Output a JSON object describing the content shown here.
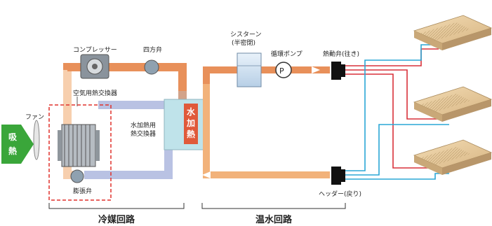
{
  "header": {
    "partial_title": ""
  },
  "labels": {
    "compressor": "コンプレッサー",
    "four_way_valve": "四方弁",
    "cistern": "シスターン",
    "cistern_sub": "(半密閉)",
    "circulation_pump": "循環ポンプ",
    "pump_symbol": "P",
    "thermal_valve": "熱動弁(往き)",
    "air_heat_exchanger": "空気用熱交換器",
    "fan": "ファン",
    "intake_char1": "吸",
    "intake_char2": "熱",
    "water_heat_exchanger_1": "水加熱用",
    "water_heat_exchanger_2": "熱交換器",
    "water_heating_1": "水",
    "water_heating_2": "加",
    "water_heating_3": "熱",
    "expansion_valve": "膨張弁",
    "header_return": "ヘッダー(戻り)",
    "refrigerant_circuit": "冷媒回路",
    "hot_water_circuit": "温水回路"
  },
  "colors": {
    "refrigerant_hot": "#e8905a",
    "refrigerant_cold": "#b9c2e3",
    "water_pipe": "#f2b27a",
    "supply_line": "#d9313a",
    "return_line": "#2aa7d6",
    "intake_green": "#3aa63a",
    "exchanger_teal": "#bfe3ea",
    "dashed_box": "#e0312b"
  },
  "icons": [
    "compressor-icon",
    "valve-icon",
    "pump-icon",
    "fan-icon",
    "floor-panel-icon"
  ]
}
